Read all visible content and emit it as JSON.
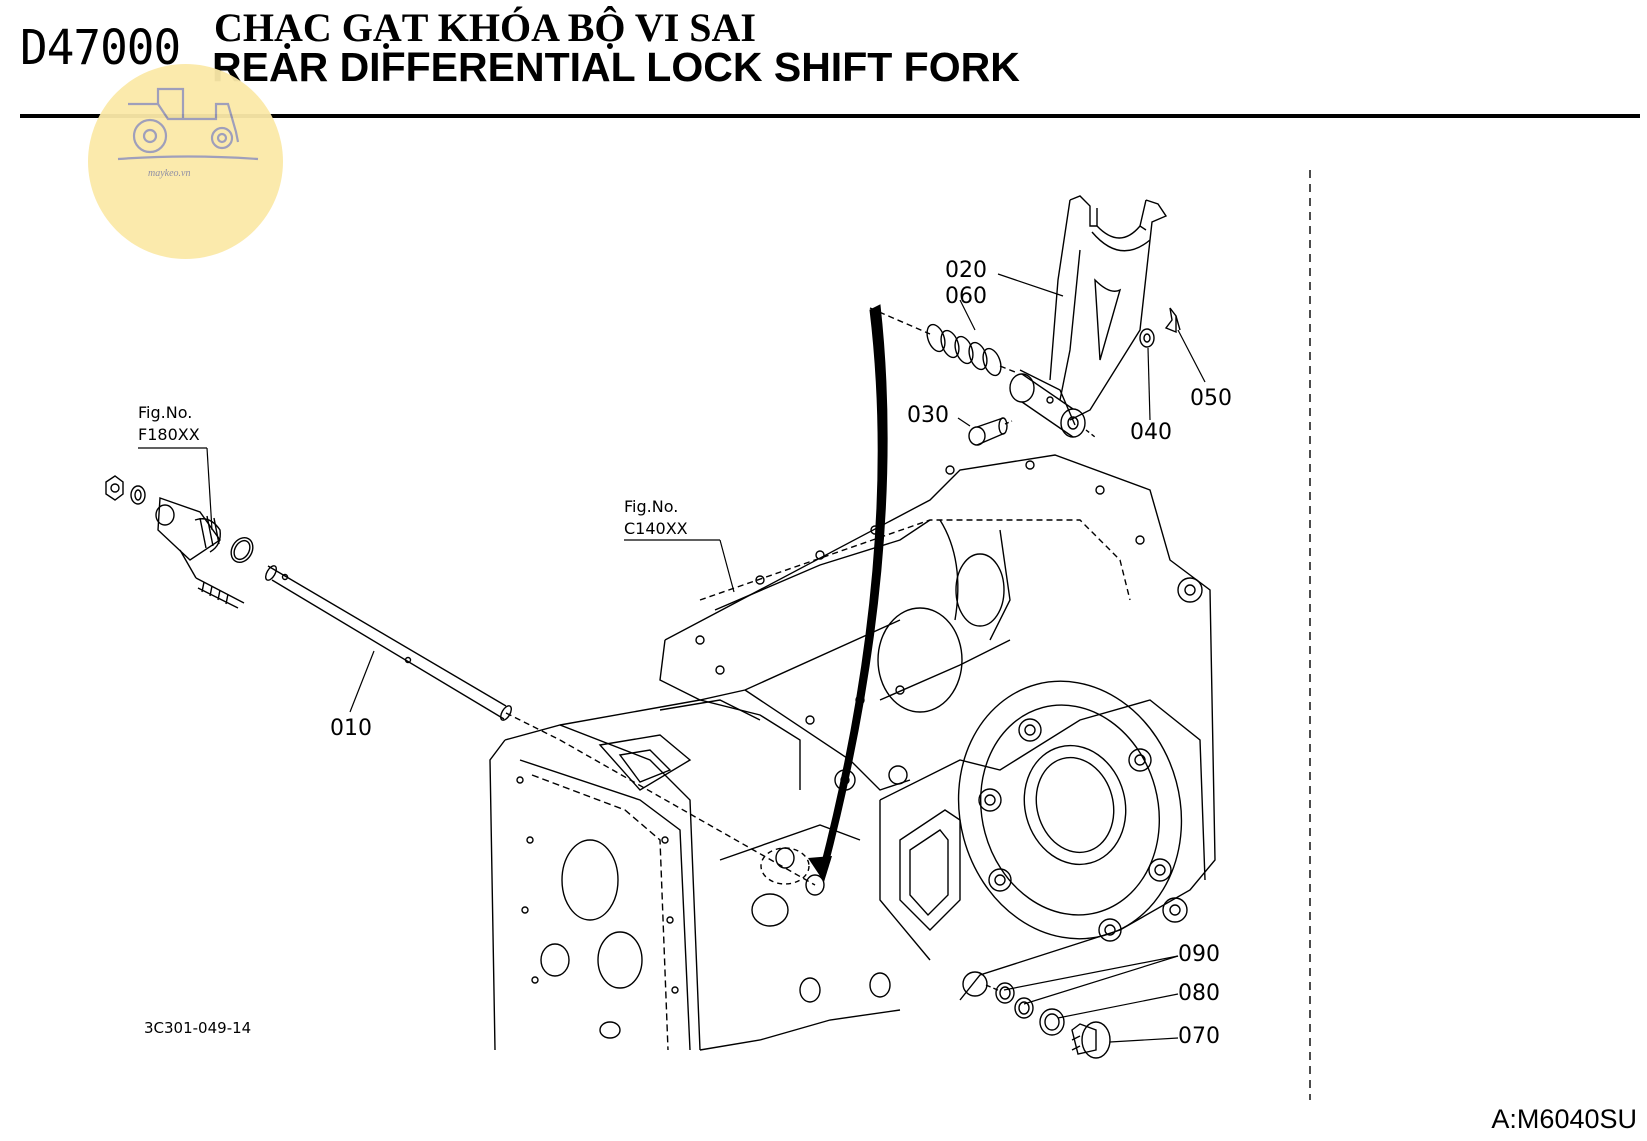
{
  "header": {
    "code": "D47000",
    "title_vi": "CHẠC GẠT KHÓA BỘ VI SAI",
    "title_en": "REAR DIFFERENTIAL LOCK SHIFT FORK"
  },
  "watermark": {
    "text": "maykeo.vn",
    "color": "#fbe9a8"
  },
  "figure_refs": [
    {
      "line1": "Fig.No.",
      "line2": "F180XX"
    },
    {
      "line1": "Fig.No.",
      "line2": "C140XX"
    }
  ],
  "parts": [
    "010",
    "020",
    "030",
    "040",
    "050",
    "060",
    "070",
    "080",
    "090"
  ],
  "drawing_number": "3C301-049-14",
  "footer": {
    "model": "A:M6040SU"
  }
}
